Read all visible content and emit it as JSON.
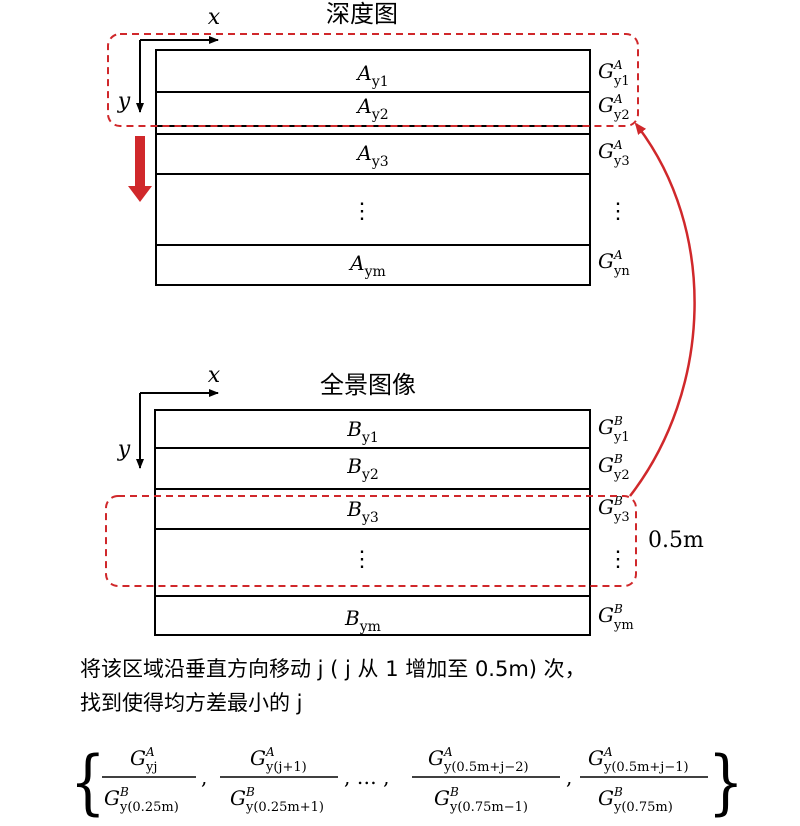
{
  "top": {
    "title": "深度图",
    "x_axis": "x",
    "y_axis": "y",
    "rows": [
      {
        "base": "A",
        "sub": "y1",
        "g_sup": "A",
        "g_sub": "y1"
      },
      {
        "base": "A",
        "sub": "y2",
        "g_sup": "A",
        "g_sub": "y2"
      },
      {
        "base": "A",
        "sub": "y3",
        "g_sup": "A",
        "g_sub": "y3"
      },
      {
        "ellipsis": "⋮"
      },
      {
        "base": "A",
        "sub": "ym",
        "g_sup": "A",
        "g_sub": "yn"
      }
    ]
  },
  "bottom": {
    "title": "全景图像",
    "x_axis": "x",
    "y_axis": "y",
    "rows": [
      {
        "base": "B",
        "sub": "y1",
        "g_sup": "B",
        "g_sub": "y1"
      },
      {
        "base": "B",
        "sub": "y2",
        "g_sup": "B",
        "g_sub": "y2"
      },
      {
        "base": "B",
        "sub": "y3",
        "g_sup": "B",
        "g_sub": "y3"
      },
      {
        "ellipsis": "⋮"
      },
      {
        "base": "B",
        "sub": "ym",
        "g_sup": "B",
        "g_sub": "ym"
      }
    ],
    "window_label": "0.5m"
  },
  "G": "G",
  "colors": {
    "highlight": "#d0282b",
    "line": "#000000"
  },
  "caption": {
    "line1": "将该区域沿垂直方向移动 j ( j 从 1 增加至 0.5m) 次，",
    "line2": "找到使得均方差最小的 j"
  },
  "formula": {
    "fractions": [
      {
        "num_sup": "A",
        "num_sub": "yj",
        "den_sup": "B",
        "den_sub": "y(0.25m)"
      },
      {
        "num_sup": "A",
        "num_sub": "y(j+1)",
        "den_sup": "B",
        "den_sub": "y(0.25m+1)"
      },
      {
        "num_sup": "A",
        "num_sub": "y(0.5m+j−2)",
        "den_sup": "B",
        "den_sub": "y(0.75m−1)"
      },
      {
        "num_sup": "A",
        "num_sub": "y(0.5m+j−1)",
        "den_sup": "B",
        "den_sub": "y(0.75m)"
      }
    ],
    "separators": [
      ",",
      ", … ,",
      ","
    ],
    "left_brace": "{",
    "right_brace": "}"
  }
}
